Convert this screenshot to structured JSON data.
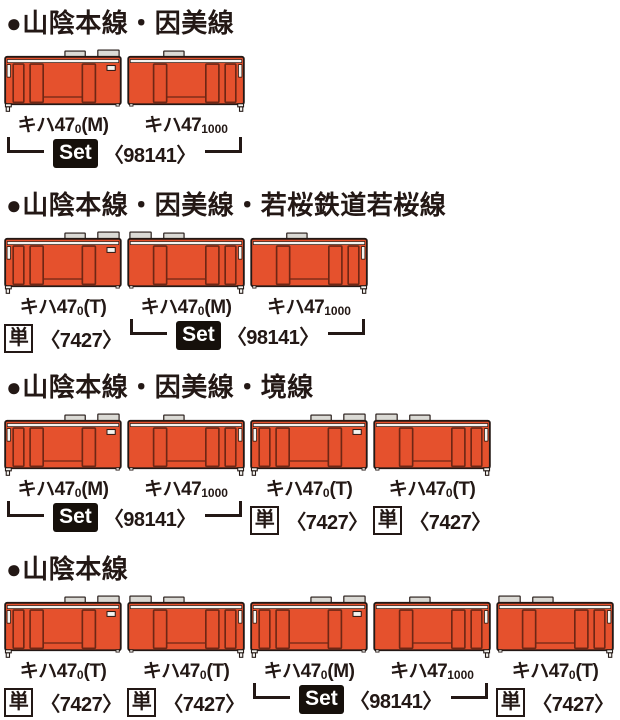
{
  "colors": {
    "car_body": "#e5512d",
    "car_outline": "#231815",
    "door_outline": "#6e2715",
    "roof_box_fill": "#dbdad5",
    "white_detail": "#f4f3ef",
    "set_badge_bg": "#16100b",
    "set_badge_fg": "#ffffff",
    "text": "#231815"
  },
  "sections": [
    {
      "title": "●山陰本線・因美線",
      "cars": [
        {
          "series": "キハ47",
          "number": "0",
          "role": "(M)",
          "art": "cab-left-0"
        },
        {
          "series": "キハ47",
          "number": "1000",
          "role": "",
          "art": "cab-right-1000"
        }
      ],
      "marks": [
        {
          "type": "set",
          "column": 1,
          "span": 2,
          "label": "Set",
          "number": "〈98141〉"
        }
      ]
    },
    {
      "title": "●山陰本線・因美線・若桜鉄道若桜線",
      "cars": [
        {
          "series": "キハ47",
          "number": "0",
          "role": "(T)",
          "art": "cab-left-0"
        },
        {
          "series": "キハ47",
          "number": "0",
          "role": "(M)",
          "art": "cab-right-0"
        },
        {
          "series": "キハ47",
          "number": "1000",
          "role": "",
          "art": "cab-right-1000"
        }
      ],
      "marks": [
        {
          "type": "single",
          "column": 1,
          "span": 1,
          "label": "単",
          "number": "〈7427〉"
        },
        {
          "type": "set",
          "column": 2,
          "span": 2,
          "label": "Set",
          "number": "〈98141〉"
        }
      ]
    },
    {
      "title": "●山陰本線・因美線・境線",
      "cars": [
        {
          "series": "キハ47",
          "number": "0",
          "role": "(M)",
          "art": "cab-left-0"
        },
        {
          "series": "キハ47",
          "number": "1000",
          "role": "",
          "art": "cab-right-1000"
        },
        {
          "series": "キハ47",
          "number": "0",
          "role": "(T)",
          "art": "cab-left-0"
        },
        {
          "series": "キハ47",
          "number": "0",
          "role": "(T)",
          "art": "cab-right-0"
        }
      ],
      "marks": [
        {
          "type": "set",
          "column": 1,
          "span": 2,
          "label": "Set",
          "number": "〈98141〉"
        },
        {
          "type": "single",
          "column": 3,
          "span": 1,
          "label": "単",
          "number": "〈7427〉"
        },
        {
          "type": "single",
          "column": 4,
          "span": 1,
          "label": "単",
          "number": "〈7427〉"
        }
      ]
    },
    {
      "title": "●山陰本線",
      "cars": [
        {
          "series": "キハ47",
          "number": "0",
          "role": "(T)",
          "art": "cab-left-0"
        },
        {
          "series": "キハ47",
          "number": "0",
          "role": "(T)",
          "art": "cab-right-0"
        },
        {
          "series": "キハ47",
          "number": "0",
          "role": "(M)",
          "art": "cab-left-0"
        },
        {
          "series": "キハ47",
          "number": "1000",
          "role": "",
          "art": "cab-right-1000"
        },
        {
          "series": "キハ47",
          "number": "0",
          "role": "(T)",
          "art": "cab-right-0"
        }
      ],
      "marks": [
        {
          "type": "single",
          "column": 1,
          "span": 1,
          "label": "単",
          "number": "〈7427〉"
        },
        {
          "type": "single",
          "column": 2,
          "span": 1,
          "label": "単",
          "number": "〈7427〉"
        },
        {
          "type": "set",
          "column": 3,
          "span": 2,
          "label": "Set",
          "number": "〈98141〉"
        },
        {
          "type": "single",
          "column": 5,
          "span": 1,
          "label": "単",
          "number": "〈7427〉"
        }
      ]
    }
  ]
}
